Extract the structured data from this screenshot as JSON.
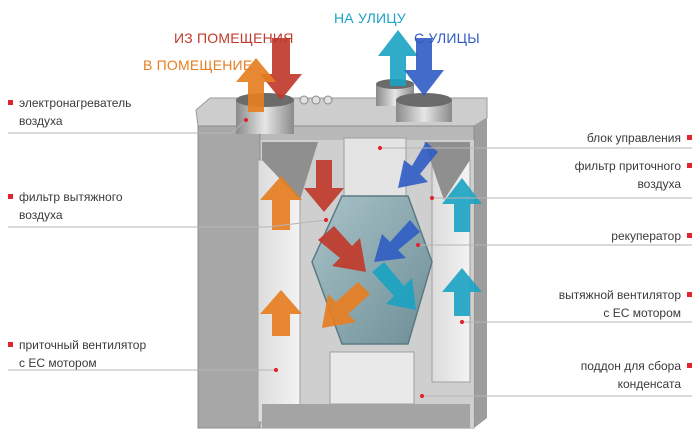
{
  "flow_labels": {
    "from_room": "ИЗ ПОМЕЩЕНИЯ",
    "to_room": "В ПОМЕЩЕНИЕ",
    "to_street": "НА УЛИЦУ",
    "from_street": "С УЛИЦЫ"
  },
  "colors": {
    "from_room": "#c0392b",
    "to_room": "#e67e22",
    "to_street": "#1aa3c3",
    "from_street": "#2f5cc4",
    "marker": "#e3232f",
    "leader": "#b5b5b5"
  },
  "labels_left": [
    {
      "line1": "электронагреватель",
      "line2": "воздуха"
    },
    {
      "line1": "фильтр вытяжного",
      "line2": "воздуха"
    },
    {
      "line1": "приточный вентилятор",
      "line2": "с ЕС мотором"
    }
  ],
  "labels_right": [
    {
      "line1": "блок управления",
      "line2": ""
    },
    {
      "line1": "фильтр приточного",
      "line2": "воздуха"
    },
    {
      "line1": "рекуператор",
      "line2": ""
    },
    {
      "line1": "вытяжной вентилятор",
      "line2": "с ЕС мотором"
    },
    {
      "line1": "поддон для сбора",
      "line2": "конденсата"
    }
  ]
}
